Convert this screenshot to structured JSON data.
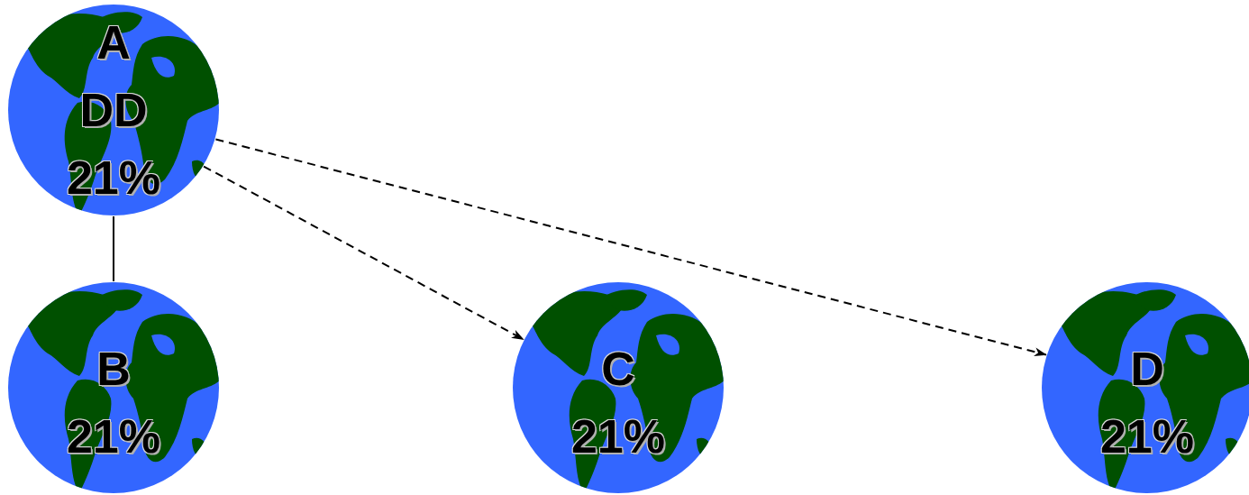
{
  "diagram": {
    "nodes": [
      {
        "text": [
          "A",
          "DD",
          "21%"
        ]
      },
      {
        "text": [
          "B",
          "21%"
        ]
      },
      {
        "text": [
          "C",
          "21%"
        ]
      },
      {
        "text": [
          "D",
          "21%"
        ]
      }
    ],
    "edges": [
      {
        "from": 0,
        "to": 1,
        "arrow": "none"
      },
      {
        "from": 0,
        "to": 2,
        "arrow": "to"
      },
      {
        "from": 0,
        "to": 3,
        "arrow": "to"
      }
    ]
  }
}
